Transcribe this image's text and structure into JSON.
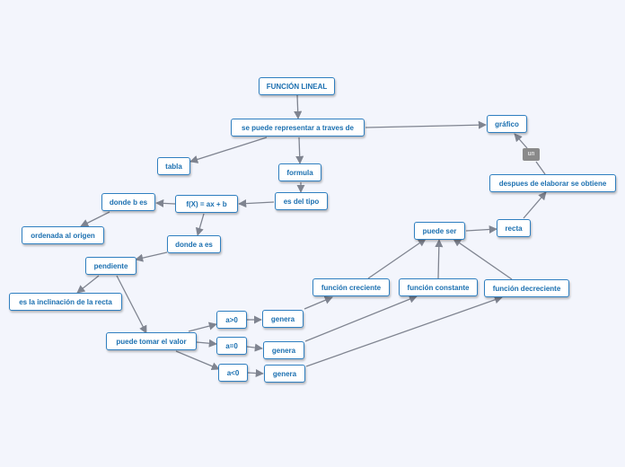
{
  "nodes": {
    "funcion_lineal": "FUNCIÓN LINEAL",
    "representar": "se puede representar a traves de",
    "grafico": "gráfico",
    "tabla": "tabla",
    "formula": "formula",
    "es_del_tipo": "es del tipo",
    "fx": "f(X) = ax + b",
    "donde_b": "donde b es",
    "ordenada": "ordenada al origen",
    "donde_a": "donde a es",
    "pendiente": "pendiente",
    "inclinacion": "es la inclinación de la recta",
    "puede_tomar": "puede tomar el valor",
    "a_mayor": "a>0",
    "a_igual": "a=0",
    "a_menor": "a<0",
    "genera1": "genera",
    "genera2": "genera",
    "genera3": "genera",
    "creciente": "función creciente",
    "constante": "función constante",
    "decreciente": "función decreciente",
    "puede_ser": "puede ser",
    "recta": "recta",
    "despues": "despues de elaborar se obtiene",
    "un": "un"
  },
  "colors": {
    "border": "#2f7fc0",
    "text": "#1a6fb0",
    "edge": "#7f8490",
    "background": "#f3f5fc"
  }
}
